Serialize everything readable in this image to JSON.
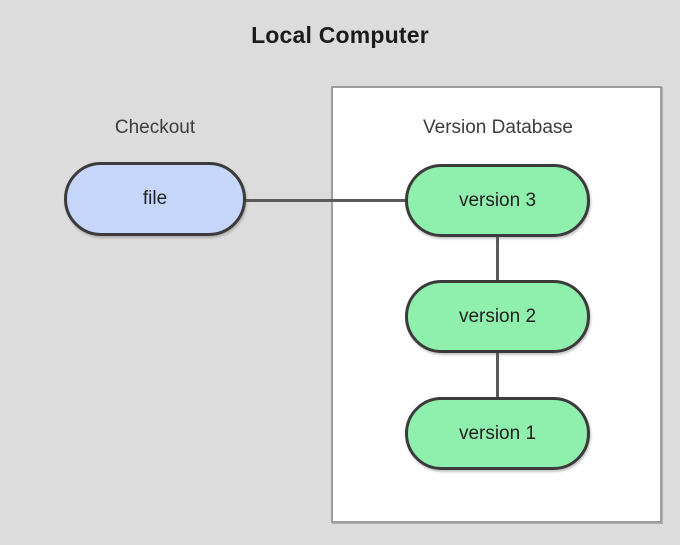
{
  "diagram": {
    "title": "Local Computer",
    "background_color": "#dcdcdc",
    "sections": {
      "checkout": {
        "caption": "Checkout",
        "node": {
          "label": "file",
          "fill_color": "#c6d6fb",
          "border_color": "#3b3b3b",
          "shape": "rounded-pill"
        }
      },
      "version_database": {
        "caption": "Version Database",
        "container": {
          "fill_color": "#ffffff",
          "border_color": "#9d9d9d"
        },
        "nodes": [
          {
            "label": "version 3",
            "fill_color": "#8ff0ae",
            "border_color": "#3b3b3b",
            "shape": "rounded-pill"
          },
          {
            "label": "version 2",
            "fill_color": "#8ff0ae",
            "border_color": "#3b3b3b",
            "shape": "rounded-pill"
          },
          {
            "label": "version 1",
            "fill_color": "#8ff0ae",
            "border_color": "#3b3b3b",
            "shape": "rounded-pill"
          }
        ]
      }
    },
    "connectors": [
      {
        "from": "file",
        "to": "version 3",
        "orientation": "horizontal",
        "color": "#5a5a5a"
      },
      {
        "from": "version 3",
        "to": "version 2",
        "orientation": "vertical",
        "color": "#5a5a5a"
      },
      {
        "from": "version 2",
        "to": "version 1",
        "orientation": "vertical",
        "color": "#5a5a5a"
      }
    ]
  }
}
